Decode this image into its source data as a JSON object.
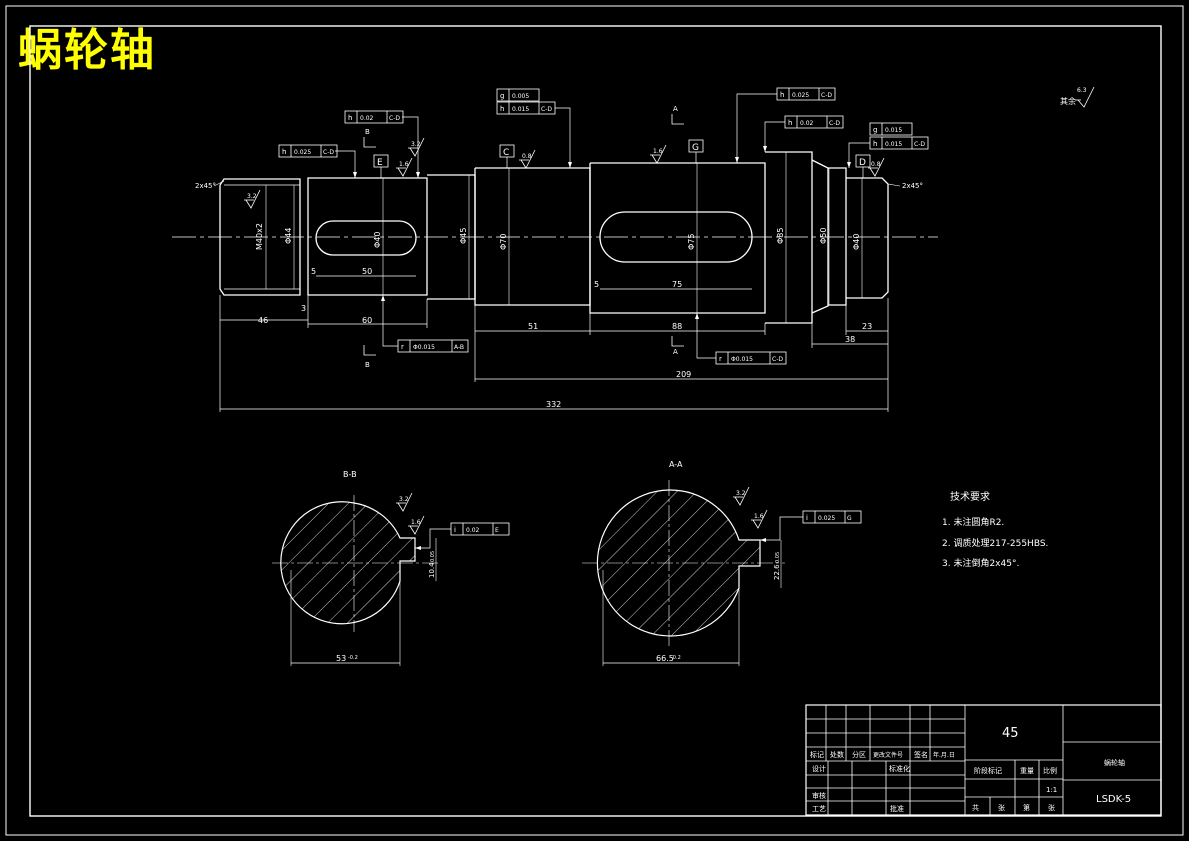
{
  "title": "蜗轮轴",
  "roughness_default": "其余",
  "roughness_default_value": "6.3",
  "tolerance_frames": {
    "h1": {
      "sym": "h",
      "val": "0.025",
      "ref": "C-D"
    },
    "h2": {
      "sym": "h",
      "val": "0.02",
      "ref": "C-D"
    },
    "g1": {
      "sym": "g",
      "val": "0.005"
    },
    "h3": {
      "sym": "h",
      "val": "0.015",
      "ref": "C-D"
    },
    "h4": {
      "sym": "h",
      "val": "0.025",
      "ref": "C-D"
    },
    "h5": {
      "sym": "h",
      "val": "0.02",
      "ref": "C-D"
    },
    "g2": {
      "sym": "g",
      "val": "0.015"
    },
    "h6": {
      "sym": "h",
      "val": "0.015",
      "ref": "C-D"
    },
    "r1": {
      "sym": "r",
      "val": "Φ0.015",
      "ref": "A-B"
    },
    "r2": {
      "sym": "r",
      "val": "Φ0.015",
      "ref": "C-D"
    },
    "i1": {
      "sym": "i",
      "val": "0.02",
      "ref": "E"
    },
    "i2": {
      "sym": "i",
      "val": "0.025",
      "ref": "G"
    }
  },
  "datums": {
    "c": "C",
    "d": "D",
    "e": "E",
    "g": "G"
  },
  "section_letters": {
    "a": "A",
    "b": "B"
  },
  "roughness_marks": {
    "r16a": "1.6",
    "r32a": "3.2",
    "r32b": "3.2",
    "r08": "0.8",
    "r16b": "1.6",
    "r08b": "0.8",
    "r32c": "3.2",
    "r16c": "1.6",
    "r32d": "3.2",
    "r16d": "1.6"
  },
  "chamfer_left": "2x45°",
  "chamfer_right": "2x45°",
  "diameters": {
    "m": "M40x2",
    "d44": "Φ44",
    "d40a": "Φ40",
    "d45": "Φ45",
    "d70": "Φ70",
    "d75": "Φ75",
    "d85": "Φ85",
    "d50": "Φ50",
    "d40b": "Φ40"
  },
  "dimensions": {
    "d46": "46",
    "d3": "3",
    "d60": "60",
    "d5a": "5",
    "d50": "50",
    "d51": "51",
    "d88": "88",
    "d5b": "5",
    "d75": "75",
    "d38": "38",
    "d23": "23",
    "d209": "209",
    "d332": "332"
  },
  "sections": {
    "bb": {
      "label": "B-B",
      "width": "53",
      "width_tol": "-0.2",
      "depth": "10.4",
      "depth_tol": "0.05"
    },
    "aa": {
      "label": "A-A",
      "width": "66.5",
      "width_tol": "-0.2",
      "depth": "22.6",
      "depth_tol": "0.05"
    }
  },
  "tech_requirements": {
    "heading": "技术要求",
    "items": [
      "1. 未注圆角R2.",
      "2. 调质处理217-255HBS.",
      "3. 未注倒角2x45°."
    ]
  },
  "title_block": {
    "material": "45",
    "part_name": "蜗轮轴",
    "drawing_no": "LSDK-5",
    "col_headers": [
      "标记",
      "处数",
      "分区",
      "更改文件号",
      "签名",
      "年.月.日"
    ],
    "rows_left": [
      "设计",
      "审核",
      "工艺"
    ],
    "std": "标准化",
    "approve": "批准",
    "stage_mark": "阶段标记",
    "weight": "重量",
    "scale": "比例",
    "scale_val": "1:1",
    "sheet_cells": [
      "共",
      "张",
      "第",
      "张"
    ]
  }
}
